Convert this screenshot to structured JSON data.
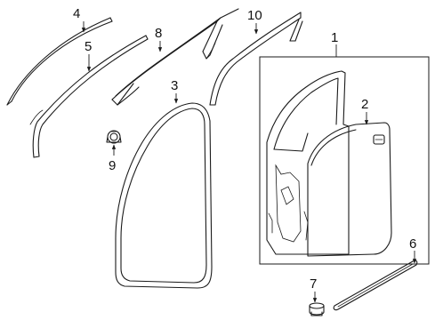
{
  "diagram": {
    "callouts": [
      {
        "id": "p1",
        "label": "1"
      },
      {
        "id": "p2",
        "label": "2"
      },
      {
        "id": "p3",
        "label": "3"
      },
      {
        "id": "p4",
        "label": "4"
      },
      {
        "id": "p5",
        "label": "5"
      },
      {
        "id": "p6",
        "label": "6"
      },
      {
        "id": "p7",
        "label": "7"
      },
      {
        "id": "p8",
        "label": "8"
      },
      {
        "id": "p9",
        "label": "9"
      },
      {
        "id": "p10",
        "label": "10"
      }
    ]
  }
}
